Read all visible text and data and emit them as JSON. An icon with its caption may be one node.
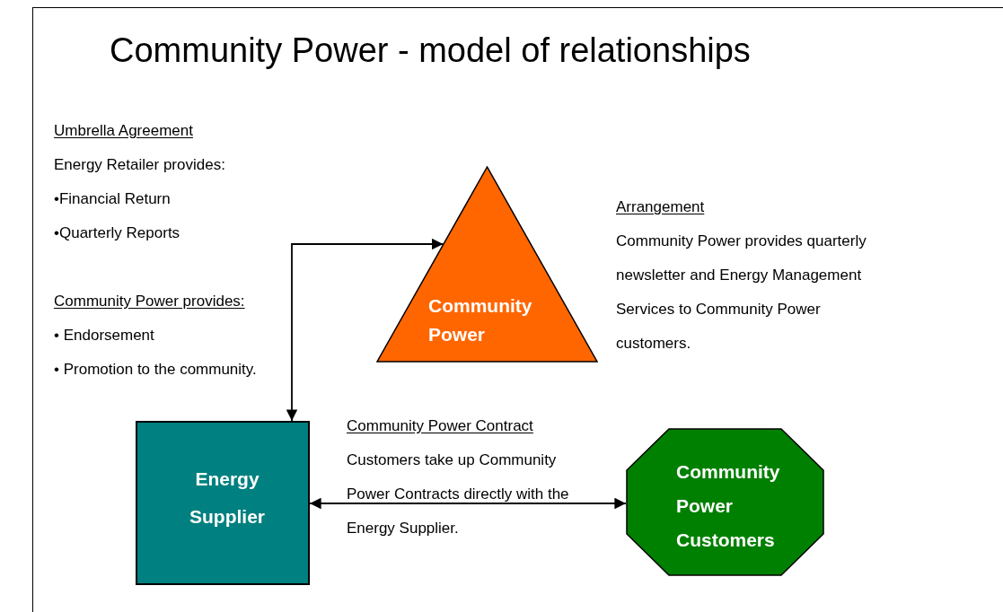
{
  "diagram": {
    "title": "Community Power - model of relationships",
    "nodes": [
      {
        "text": [
          "Community Power"
        ]
      },
      {
        "text": [
          "Energy Supplier"
        ]
      },
      {
        "text": [
          "Community Power Customers"
        ]
      }
    ],
    "edges": [
      {
        "from": 1,
        "to": 0,
        "arrow": "both"
      },
      {
        "from": 1,
        "to": 2,
        "arrow": "both"
      }
    ],
    "labels": [
      "Umbrella Agreement",
      "Energy Retailer provides:",
      "•Financial Return",
      "•Quarterly Reports",
      "Community Power provides:",
      "• Endorsement",
      "• Promotion to the community.",
      "Arrangement",
      "Community Power provides quarterly newsletter and Energy Management Services to Community Power customers.",
      "Community Power Contract",
      "Customers take up Community Power Contracts directly with the Energy Supplier."
    ]
  }
}
